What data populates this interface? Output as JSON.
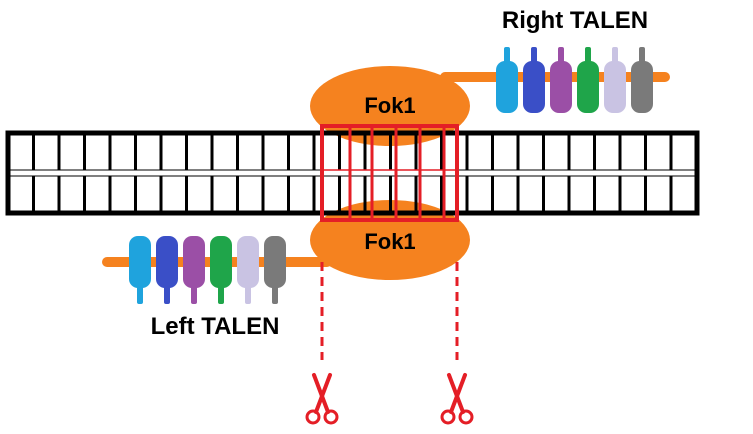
{
  "labels": {
    "right_talen": "Right TALEN",
    "left_talen": "Left TALEN",
    "fok_top": "Fok1",
    "fok_bottom": "Fok1"
  },
  "colors": {
    "orange": "#F5821F",
    "dna_stroke": "#000000",
    "cut_red": "#E41E26",
    "repeat_colors": [
      "#1FA3DD",
      "#3A4FC7",
      "#9B4FA6",
      "#1FA54A",
      "#C9C3E3",
      "#7A7A7A"
    ]
  },
  "icons": {
    "cut_left": "scissors-icon",
    "cut_right": "scissors-icon"
  }
}
